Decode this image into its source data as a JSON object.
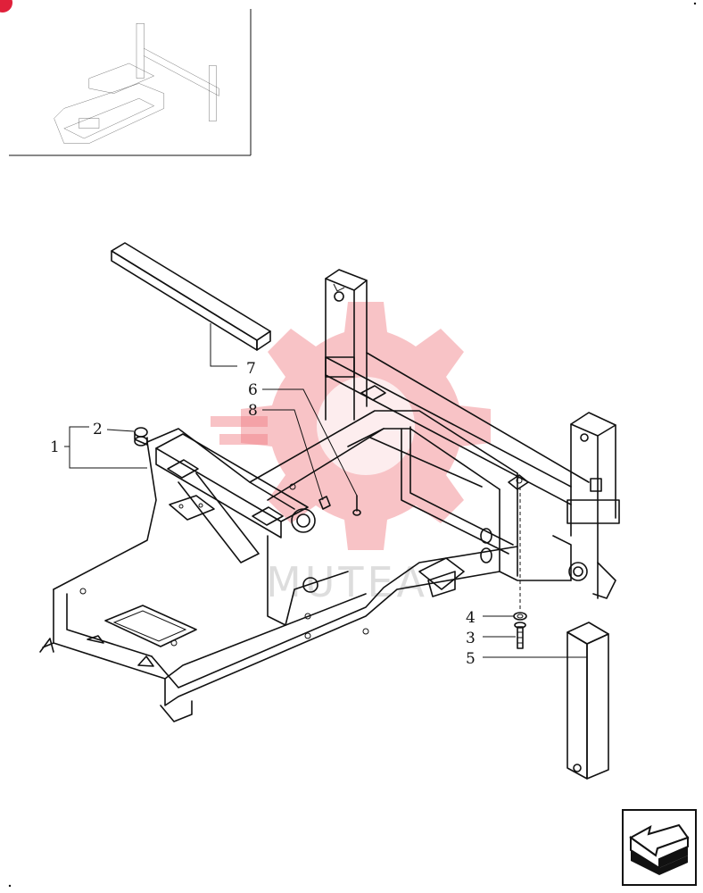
{
  "callouts": [
    {
      "id": "1",
      "label": "1"
    },
    {
      "id": "2",
      "label": "2"
    },
    {
      "id": "3",
      "label": "3"
    },
    {
      "id": "4",
      "label": "4"
    },
    {
      "id": "5",
      "label": "5"
    },
    {
      "id": "6",
      "label": "6"
    },
    {
      "id": "7",
      "label": "7"
    },
    {
      "id": "8",
      "label": "8"
    }
  ],
  "watermark": {
    "text": "MUTEA",
    "color": "#f07a80"
  },
  "badge_color": "#e0203a",
  "nav_icon": "arrow-left-icon"
}
